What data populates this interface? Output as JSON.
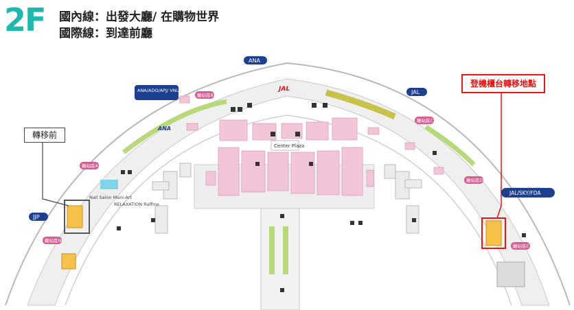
{
  "header": {
    "floor_label": "2F",
    "line1": "國內線：出發大廳/ 在購物世界",
    "line2": "國際線：到達前廳"
  },
  "callouts": {
    "before_move": "轉移前",
    "new_location": "登機櫃台轉移地點"
  },
  "airline_badges": {
    "ana": "ANA",
    "ana_group": "ANA/ADO/APJ/\nVNL/SJO",
    "jal": "JAL",
    "jal_group": "JAL/SKY/FDA",
    "jjp": "JJP",
    "jal_logo": "JAL",
    "ana_logo": "ANA"
  },
  "gates": {
    "gate_a": "離站區A",
    "gate_b": "離站區B",
    "gate_c": "離站區C",
    "gate_d": "離站區D",
    "gate_e": "離站區E",
    "gate_n": "離站區N"
  },
  "labels": {
    "center_plaza": "Center Plaza",
    "nail_salon": "Nail Salon Mani-Art",
    "relaxation": "RELAXATION Raffine"
  },
  "colors": {
    "accent_teal": "#1fb8ad",
    "badge_blue": "#1d3f8f",
    "gate_pink": "#d65c92",
    "shop_pink": "#f2c4d8",
    "green": "#b8d97a",
    "callout_red": "#e11111"
  }
}
